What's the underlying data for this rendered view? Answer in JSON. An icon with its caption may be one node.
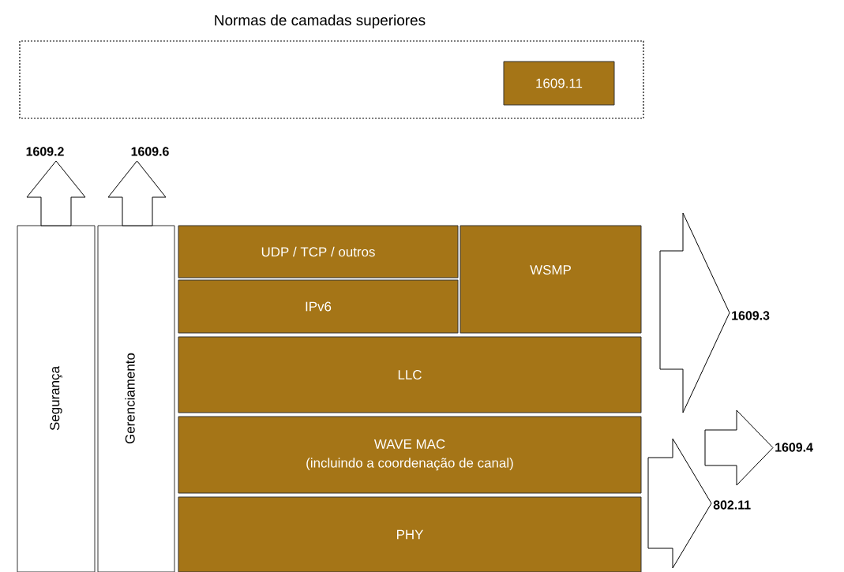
{
  "diagram": {
    "nodes": [
      {
        "text": [
          "Normas de camadas superiores"
        ]
      },
      {
        "text": [
          "1609.11"
        ],
        "in": 0
      },
      {
        "text": [
          "Segurança"
        ]
      },
      {
        "text": [
          "Gerenciamento"
        ]
      },
      {
        "text": [
          "UDP / TCP / outros"
        ]
      },
      {
        "text": [
          "WSMP"
        ]
      },
      {
        "text": [
          "IPv6"
        ]
      },
      {
        "text": [
          "LLC"
        ]
      },
      {
        "text": [
          "WAVE MAC",
          "(incluindo a coordenação de canal)"
        ]
      },
      {
        "text": [
          "PHY"
        ]
      },
      {
        "text": [
          "1609.2"
        ]
      },
      {
        "text": [
          "1609.6"
        ]
      },
      {
        "text": [
          "1609.3"
        ]
      },
      {
        "text": [
          "1609.4"
        ]
      },
      {
        "text": [
          "802.11"
        ]
      }
    ],
    "edges": [
      {
        "from": 2,
        "to": 10,
        "arrow": "to"
      },
      {
        "from": 3,
        "to": 11,
        "arrow": "to"
      },
      {
        "from": null,
        "to": 12,
        "arrow": "to"
      },
      {
        "from": null,
        "to": 13,
        "arrow": "to"
      },
      {
        "from": null,
        "to": 14,
        "arrow": "to"
      }
    ]
  }
}
